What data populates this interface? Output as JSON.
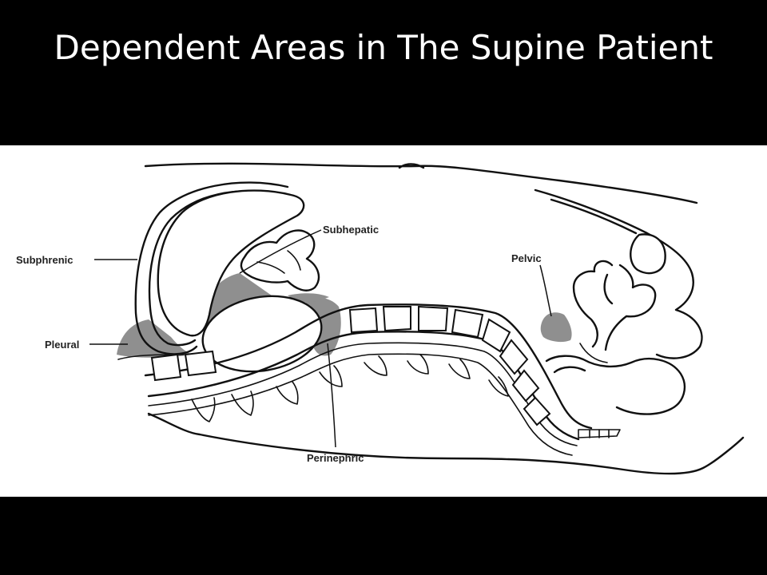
{
  "slide": {
    "title": "Dependent Areas in The Supine Patient"
  },
  "diagram": {
    "labels": {
      "subphrenic": "Subphrenic",
      "subhepatic": "Subhepatic",
      "pleural": "Pleural",
      "pelvic": "Pelvic",
      "perinephric": "Perinephric"
    }
  },
  "colors": {
    "background": "#000000",
    "title": "#ffffff",
    "panel": "#ffffff",
    "line": "#111111",
    "dependent_shading": "#8f8f8f"
  }
}
